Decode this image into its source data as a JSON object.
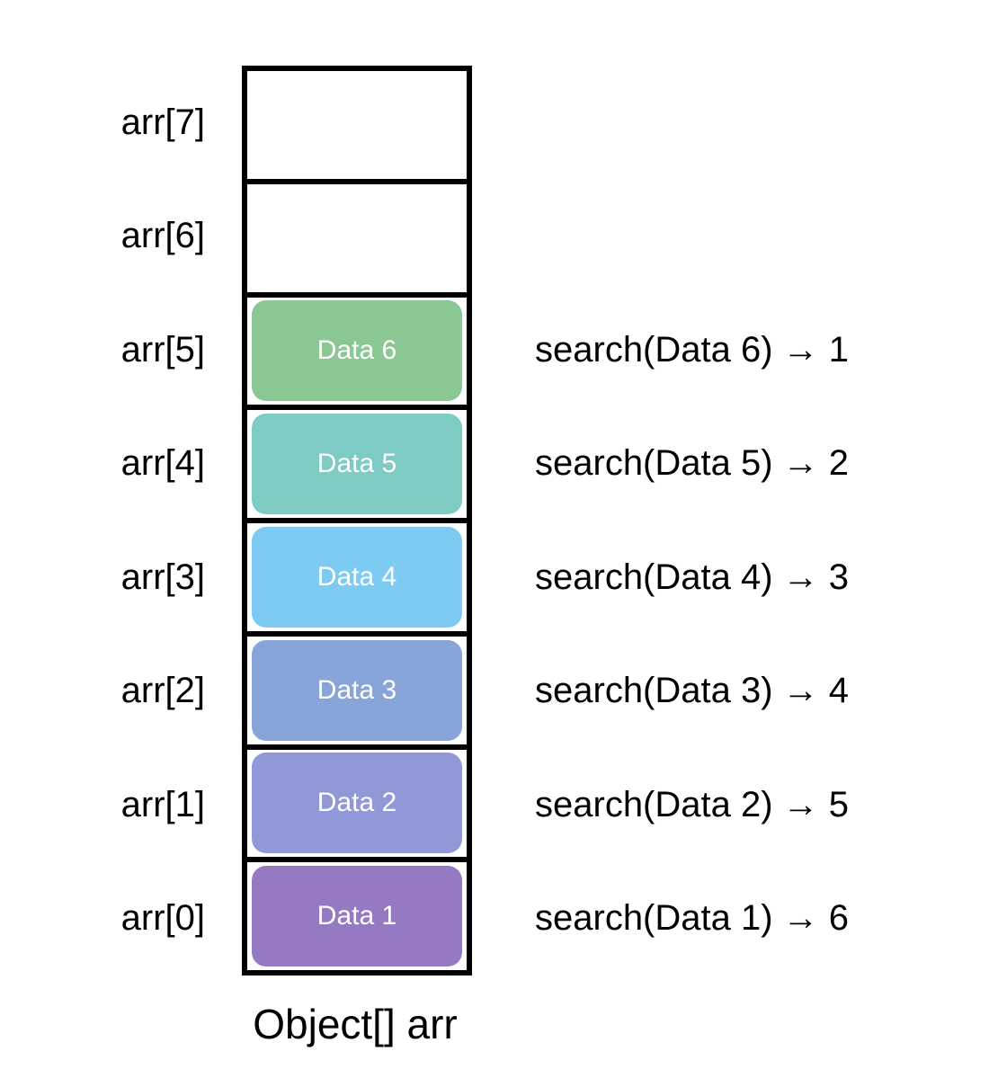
{
  "array_label": "Object[] arr",
  "colors": {
    "border": "#000000",
    "text": "#000000",
    "pill_text": "#ffffff"
  },
  "cells": [
    {
      "index": "arr[7]",
      "value": "",
      "color": ""
    },
    {
      "index": "arr[6]",
      "value": "",
      "color": ""
    },
    {
      "index": "arr[5]",
      "value": "Data 6",
      "color": "#8ac793"
    },
    {
      "index": "arr[4]",
      "value": "Data 5",
      "color": "#7ecbc4"
    },
    {
      "index": "arr[3]",
      "value": "Data 4",
      "color": "#7dcbf2"
    },
    {
      "index": "arr[2]",
      "value": "Data 3",
      "color": "#87a5d9"
    },
    {
      "index": "arr[1]",
      "value": "Data 2",
      "color": "#9098d7"
    },
    {
      "index": "arr[0]",
      "value": "Data 1",
      "color": "#9579c2"
    }
  ],
  "searches": [
    "search(Data 6) → 1",
    "search(Data 5) → 2",
    "search(Data 4) → 3",
    "search(Data 3) → 4",
    "search(Data 2) → 5",
    "search(Data 1) → 6"
  ]
}
